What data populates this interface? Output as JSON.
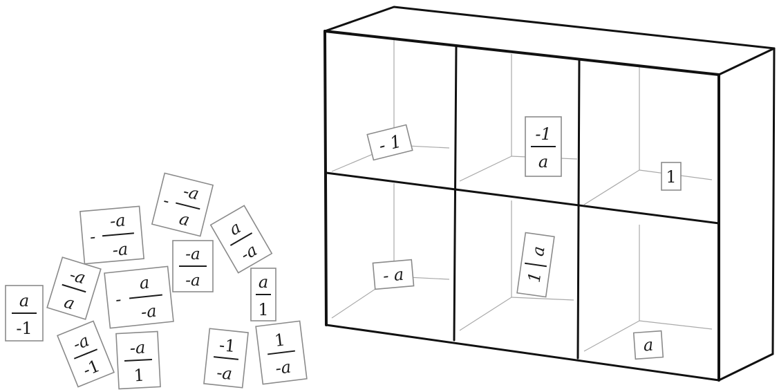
{
  "shelf_cards": [
    {
      "label": "- 1"
    },
    {
      "numerator": "-1",
      "denominator": "a"
    },
    {
      "label": "1"
    },
    {
      "label": "- a"
    },
    {
      "numerator": "1",
      "denominator": "a"
    },
    {
      "label": "a"
    }
  ],
  "loose_cards": [
    {
      "sign": "-",
      "numerator": "-a",
      "denominator": "a"
    },
    {
      "sign": "-",
      "numerator": "-a",
      "denominator": "-a"
    },
    {
      "numerator": "a",
      "denominator": "-a"
    },
    {
      "numerator": "-a",
      "denominator": "-a"
    },
    {
      "numerator": "-a",
      "denominator": "a"
    },
    {
      "sign": "-",
      "numerator": "a",
      "denominator": "-a"
    },
    {
      "numerator": "a",
      "denominator": "1"
    },
    {
      "numerator": "a",
      "denominator": "-1"
    },
    {
      "numerator": "-a",
      "denominator": "-1"
    },
    {
      "numerator": "-a",
      "denominator": "1"
    },
    {
      "numerator": "-1",
      "denominator": "-a"
    },
    {
      "numerator": "1",
      "denominator": "-a"
    }
  ]
}
